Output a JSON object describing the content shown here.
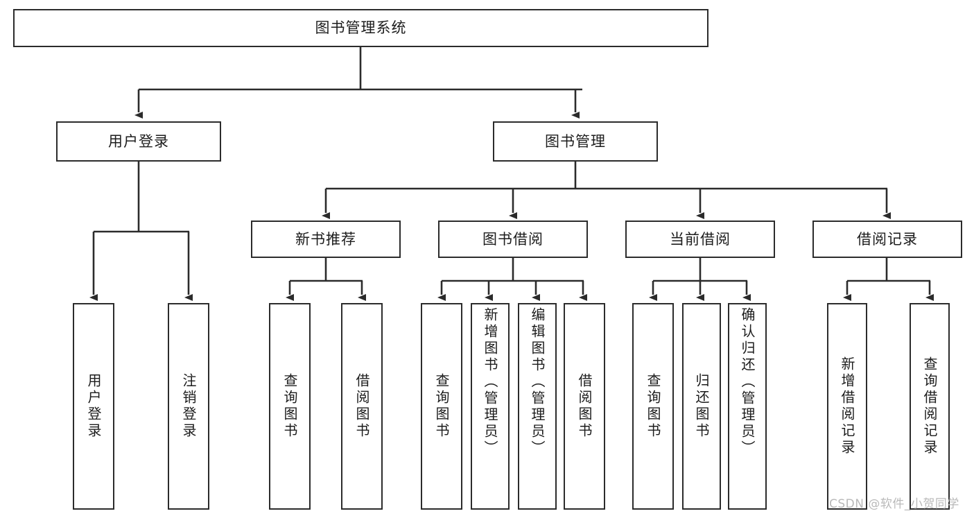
{
  "diagram": {
    "title": "图书管理系统",
    "background": "#ffffff",
    "line_color": "#2b2b2b",
    "text_color": "#1c1c1c"
  },
  "root": {
    "label": "图书管理系统"
  },
  "level2": [
    {
      "label": "用户登录"
    },
    {
      "label": "图书管理"
    }
  ],
  "level3": [
    {
      "label": "新书推荐"
    },
    {
      "label": "图书借阅"
    },
    {
      "label": "当前借阅"
    },
    {
      "label": "借阅记录"
    }
  ],
  "leaves": {
    "user_login": [
      {
        "label": "用户登录"
      },
      {
        "label": "注销登录"
      }
    ],
    "new_book": [
      {
        "label": "查询图书"
      },
      {
        "label": "借阅图书"
      }
    ],
    "book_borrow": [
      {
        "label": "查询图书"
      },
      {
        "label": "新增图书（管理员）"
      },
      {
        "label": "编辑图书（管理员）"
      },
      {
        "label": "借阅图书"
      }
    ],
    "current_borrow": [
      {
        "label": "查询图书"
      },
      {
        "label": "归还图书"
      },
      {
        "label": "确认归还（管理员）"
      }
    ],
    "borrow_record": [
      {
        "label": "新增借阅记录"
      },
      {
        "label": "查询借阅记录"
      }
    ]
  },
  "watermark": {
    "text": "CSDN @软件_小贺同学"
  }
}
